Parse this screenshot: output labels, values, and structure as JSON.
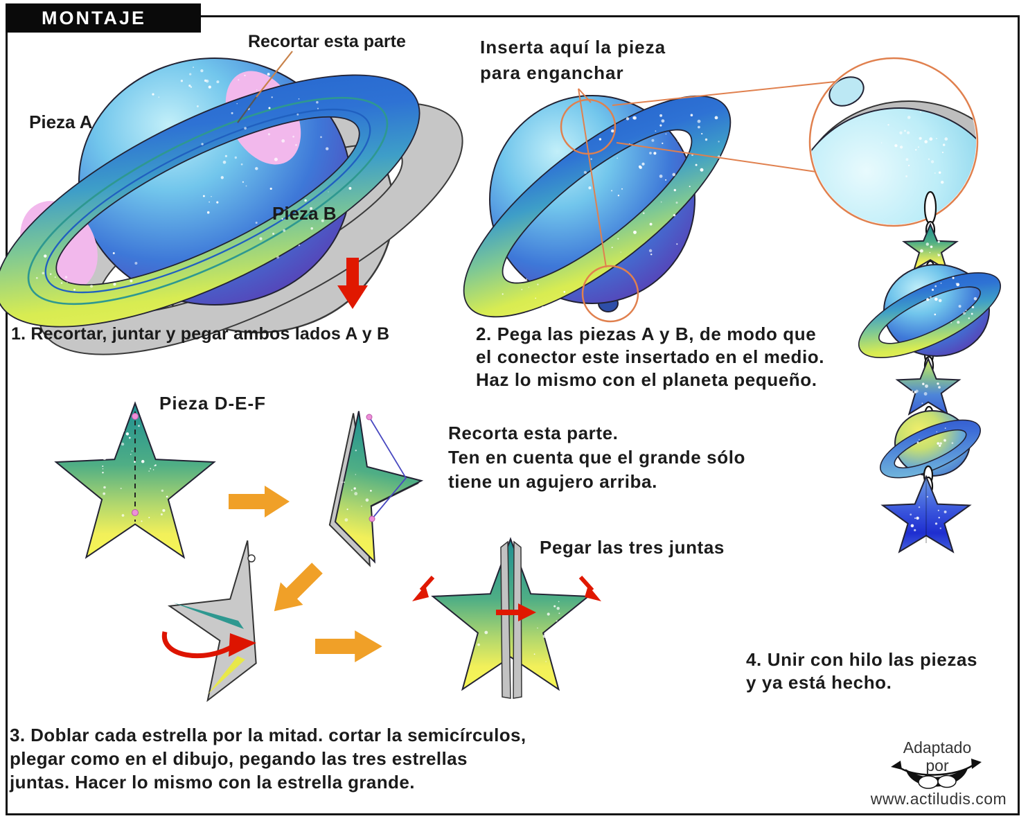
{
  "header": {
    "title": "MONTAJE"
  },
  "annotations": {
    "recortar_esta_parte": "Recortar esta parte",
    "pieza_a": "Pieza A",
    "pieza_b": "Pieza B",
    "pieza_def": "Pieza D-E-F",
    "inserta": "Inserta aquí la pieza\npara enganchar",
    "recorta": "Recorta esta parte.\nTen en cuenta que el grande sólo\ntiene un agujero arriba.",
    "pegar_tres_juntas": "Pegar las tres juntas"
  },
  "steps": {
    "step1": "1. Recortar, juntar y pegar ambos lados A y B",
    "step2": "2. Pega las piezas A y B, de modo que\nel conector este insertado en el medio.\nHaz lo mismo con el planeta pequeño.",
    "step3": "3. Doblar cada estrella por la mitad. cortar la semicírculos,\nplegar como en el dibujo, pegando las tres estrellas\njuntas. Hacer lo mismo con la estrella grande.",
    "step4": "4. Unir con hilo las piezas\ny ya está hecho."
  },
  "footer": {
    "credit_line1": "Adaptado",
    "credit_line2": "por",
    "website": "www.actiludis.com"
  },
  "colors": {
    "planet_blue": "#2E72D4",
    "planet_purple": "#4C2EA0",
    "ring_yellow": "#F2F258",
    "star_teal": "#1E8F93",
    "star_yellow": "#F2F05A",
    "accent_orange": "#F0A028",
    "callout_orange": "#E0804E",
    "arrow_red": "#E01800",
    "cut_pink": "#F2B8EC",
    "piece_gray": "#C6C6C6"
  }
}
